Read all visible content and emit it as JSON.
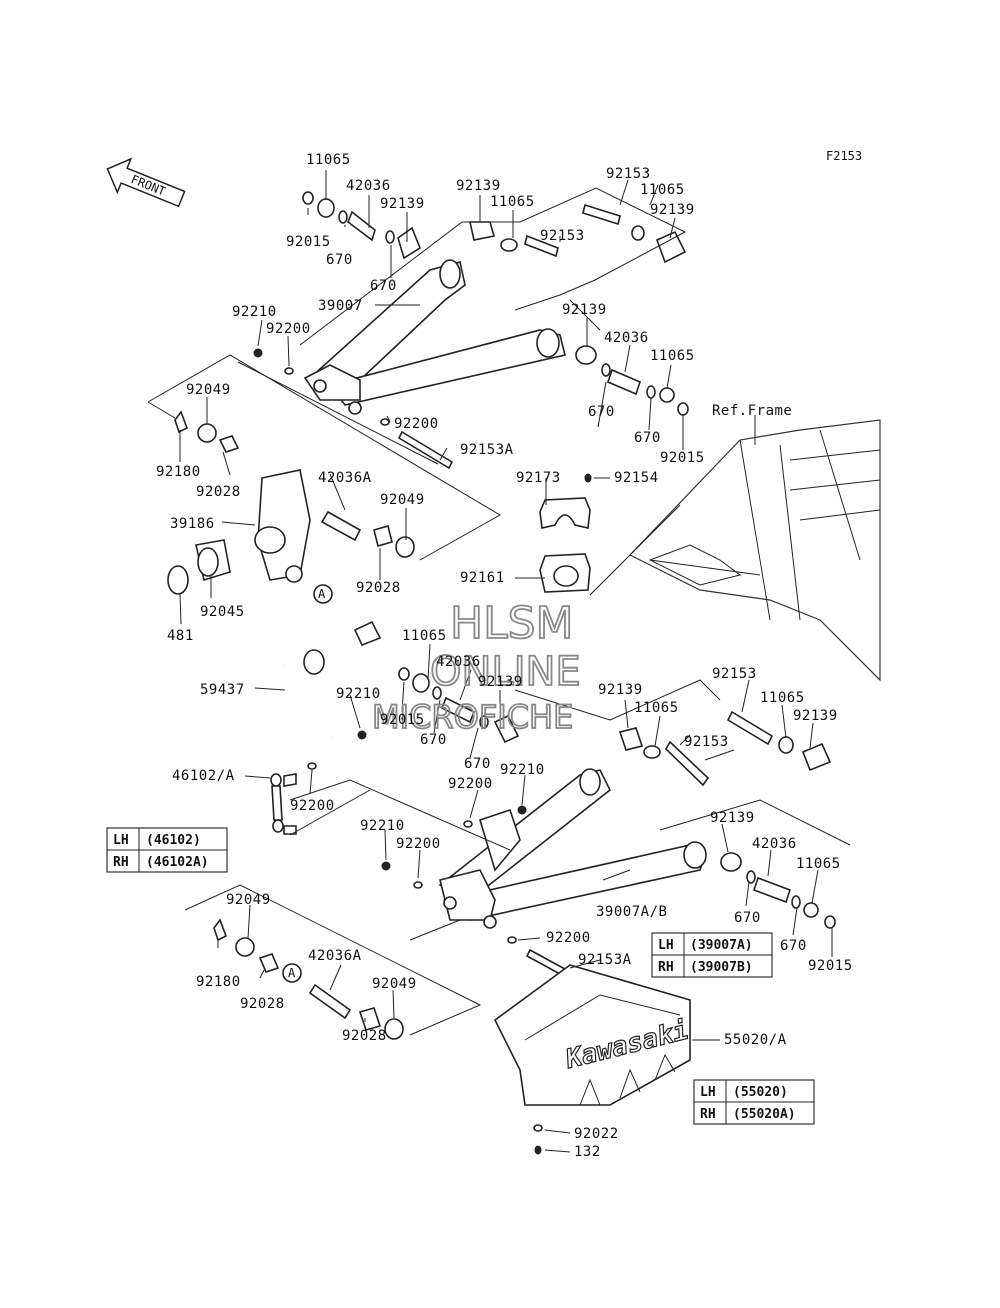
{
  "figure_code": "F2153",
  "front_label": "FRONT",
  "ref_frame": "Ref.Frame",
  "watermark": [
    "HLSM",
    "ONLINE",
    "MICROFICHE"
  ],
  "brand": "Kawasaki",
  "circle_ref": "A",
  "labels": {
    "p11065_a": "11065",
    "p92015_a": "92015",
    "p42036_a": "42036",
    "p670_a": "670",
    "p92139_a": "92139",
    "p670_b": "670",
    "p92139_b": "92139",
    "p11065_b": "11065",
    "p92153_a": "92153",
    "p92153_b": "92153",
    "p11065_c": "11065",
    "p92139_c": "92139",
    "p39007": "39007",
    "p92210_a": "92210",
    "p92200_a": "92200",
    "p92139_d": "92139",
    "p42036_b": "42036",
    "p11065_d": "11065",
    "p670_c": "670",
    "p670_d": "670",
    "p92015_b": "92015",
    "p92049_a": "92049",
    "p92180_a": "92180",
    "p92028_a": "92028",
    "p92200_b": "92200",
    "p92153A_a": "92153A",
    "p92173": "92173",
    "p92154": "92154",
    "p42036A_a": "42036A",
    "p39186": "39186",
    "p92049_b": "92049",
    "p92028_b": "92028",
    "p92045": "92045",
    "p481": "481",
    "p92161": "92161",
    "p11065_e": "11065",
    "p42036_c": "42036",
    "p92139_e": "92139",
    "p92210_b": "92210",
    "p92015_c": "92015",
    "p670_e": "670",
    "p670_f": "670",
    "p59437": "59437",
    "p92139_f": "92139",
    "p11065_f": "11065",
    "p92153_c": "92153",
    "p11065_g": "11065",
    "p92139_g": "92139",
    "p92153_d": "92153",
    "p92200_c": "92200",
    "p92210_c": "92210",
    "p46102": "46102/A",
    "p92200_d": "92200",
    "p92210_d": "92210",
    "p92200_e": "92200",
    "p92139_h": "92139",
    "p42036_d": "42036",
    "p11065_h": "11065",
    "p39007AB": "39007A/B",
    "p670_g": "670",
    "p670_h": "670",
    "p92015_d": "92015",
    "p92049_c": "92049",
    "p92180_b": "92180",
    "p92028_c": "92028",
    "p42036A_b": "42036A",
    "p92049_d": "92049",
    "p92028_d": "92028",
    "p92200_f": "92200",
    "p92153A_b": "92153A",
    "p55020": "55020/A",
    "p92022": "92022",
    "p132": "132"
  },
  "tables": {
    "t46102": [
      {
        "side": "LH",
        "part": "(46102)"
      },
      {
        "side": "RH",
        "part": "(46102A)"
      }
    ],
    "t39007": [
      {
        "side": "LH",
        "part": "(39007A)"
      },
      {
        "side": "RH",
        "part": "(39007B)"
      }
    ],
    "t55020": [
      {
        "side": "LH",
        "part": "(55020)"
      },
      {
        "side": "RH",
        "part": "(55020A)"
      }
    ]
  }
}
